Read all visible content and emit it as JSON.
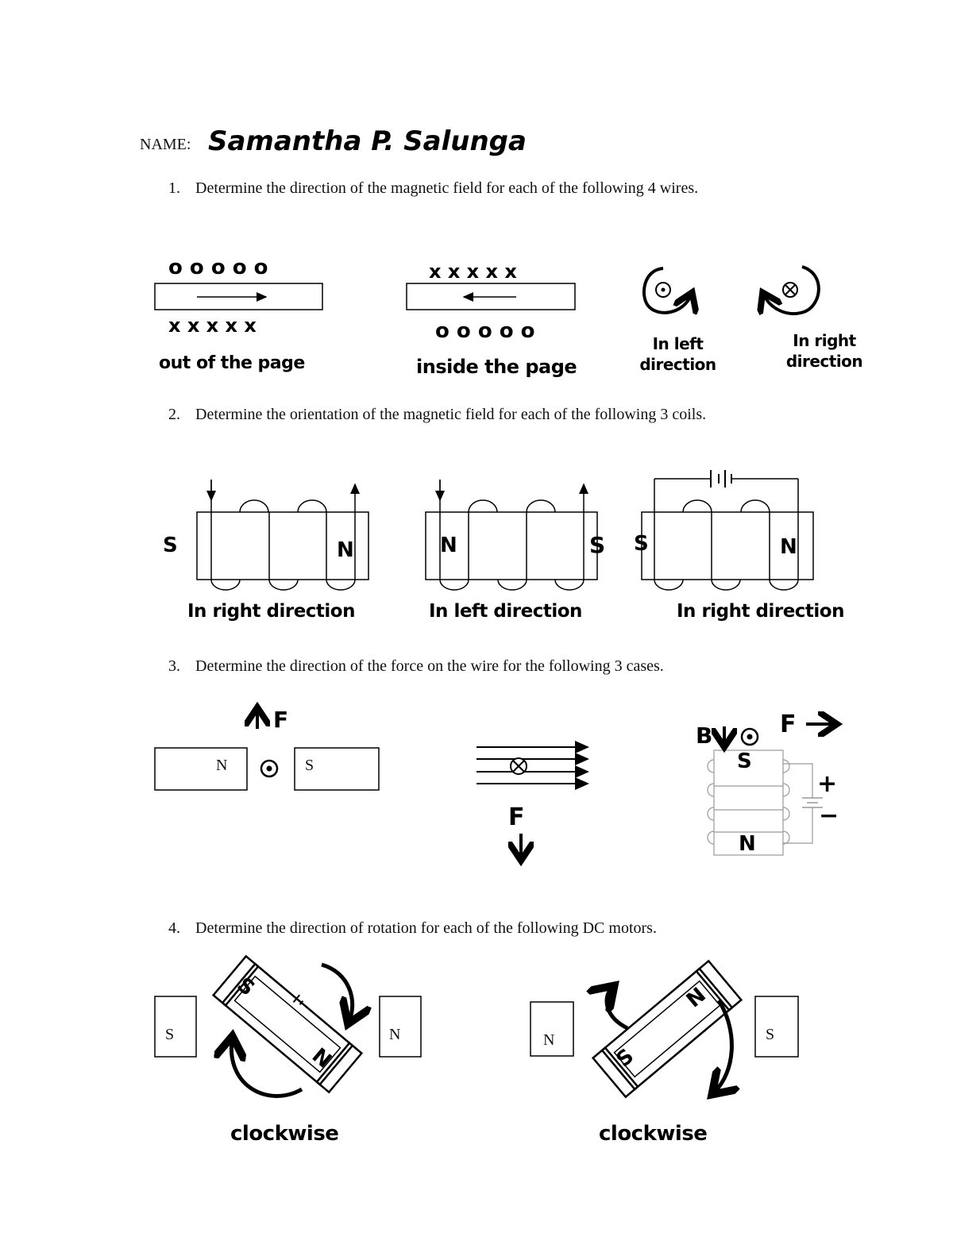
{
  "header": {
    "name_label": "NAME:",
    "student_name": "Samantha P. Salunga"
  },
  "questions": [
    {
      "number": "1.",
      "text": "Determine the direction of the magnetic field for each of the following 4 wires."
    },
    {
      "number": "2.",
      "text": "Determine the orientation  of the magnetic field for each of the following 3 coils."
    },
    {
      "number": "3.",
      "text": "Determine the direction of the force on the wire for the following 3 cases."
    },
    {
      "number": "4.",
      "text": "Determine the direction of rotation for each of the following DC motors."
    }
  ],
  "q1": {
    "answers": [
      "out of the page",
      "inside the page",
      "In left direction",
      "In right direction"
    ],
    "marks_out": "o o o o o",
    "marks_in": "x x x x x"
  },
  "q2": {
    "answers": [
      "In right direction",
      "In left direction",
      "In right direction"
    ],
    "coil1": {
      "left_pole": "S",
      "right_pole": "N"
    },
    "coil2": {
      "left_pole": "N",
      "right_pole": "S"
    },
    "coil3": {
      "left_pole": "S",
      "right_pole": "N"
    }
  },
  "q3": {
    "case1": {
      "magnet_left": "N",
      "magnet_right": "S",
      "force": "F"
    },
    "case2": {
      "force": "F"
    },
    "case3": {
      "field": "B",
      "force": "F",
      "top_pole": "S",
      "bottom_pole": "N",
      "plus": "+",
      "minus": "−"
    }
  },
  "q4": {
    "motor1": {
      "left_magnet": "S",
      "right_magnet": "N",
      "rotor_top": "S",
      "rotor_bottom": "N",
      "answer": "clockwise"
    },
    "motor2": {
      "left_magnet": "N",
      "right_magnet": "S",
      "rotor_top": "N",
      "rotor_bottom": "S",
      "answer": "clockwise"
    }
  }
}
